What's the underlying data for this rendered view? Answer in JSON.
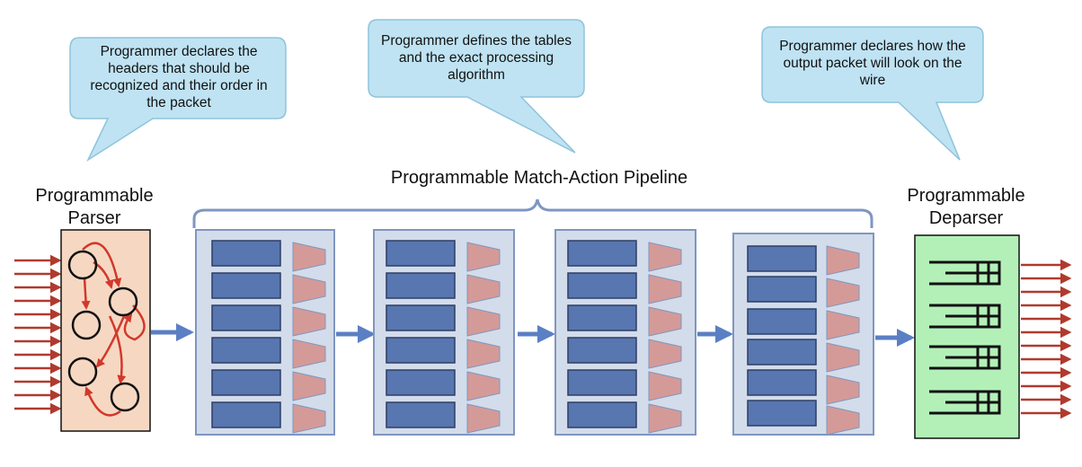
{
  "callouts": {
    "parser": "Programmer declares the headers that should be recognized and their order in the packet",
    "pipeline": "Programmer defines the tables and the exact processing algorithm",
    "deparser": "Programmer declares how the output packet will look on the wire"
  },
  "labels": {
    "parser_line1": "Programmable",
    "parser_line2": "Parser",
    "pipeline": "Programmable Match-Action Pipeline",
    "deparser_line1": "Programmable",
    "deparser_line2": "Deparser"
  },
  "colors": {
    "bubble_fill": "#bfe3f3",
    "bubble_stroke": "#8fc3dc",
    "parser_fill": "#f6d8c2",
    "stage_fill": "#d3dcea",
    "stage_stroke": "#7f96c0",
    "table_fill": "#5876b0",
    "action_fill": "#d49a98",
    "deparser_fill": "#b3f0b8",
    "arrow_red": "#b03a2e",
    "arrow_blue": "#5b7fc4",
    "bracket": "#7f96c0"
  }
}
